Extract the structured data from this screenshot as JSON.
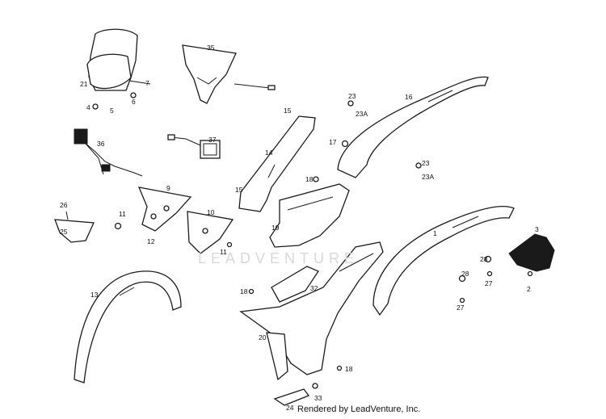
{
  "watermark": "LEADVENTURE",
  "credit": "Rendered by LeadVenture, Inc.",
  "parts": [
    {
      "label": "1"
    },
    {
      "label": "2"
    },
    {
      "label": "3"
    },
    {
      "label": "4"
    },
    {
      "label": "5"
    },
    {
      "label": "6"
    },
    {
      "label": "7"
    },
    {
      "label": "9"
    },
    {
      "label": "10"
    },
    {
      "label": "11"
    },
    {
      "label": "11"
    },
    {
      "label": "12"
    },
    {
      "label": "13"
    },
    {
      "label": "14"
    },
    {
      "label": "15"
    },
    {
      "label": "15"
    },
    {
      "label": "16"
    },
    {
      "label": "17"
    },
    {
      "label": "18"
    },
    {
      "label": "18"
    },
    {
      "label": "18"
    },
    {
      "label": "19"
    },
    {
      "label": "20"
    },
    {
      "label": "21"
    },
    {
      "label": "23"
    },
    {
      "label": "23A"
    },
    {
      "label": "23"
    },
    {
      "label": "23A"
    },
    {
      "label": "24"
    },
    {
      "label": "25"
    },
    {
      "label": "26"
    },
    {
      "label": "27"
    },
    {
      "label": "27"
    },
    {
      "label": "28"
    },
    {
      "label": "28"
    },
    {
      "label": "32"
    },
    {
      "label": "33"
    },
    {
      "label": "35"
    },
    {
      "label": "36"
    },
    {
      "label": "37"
    }
  ]
}
